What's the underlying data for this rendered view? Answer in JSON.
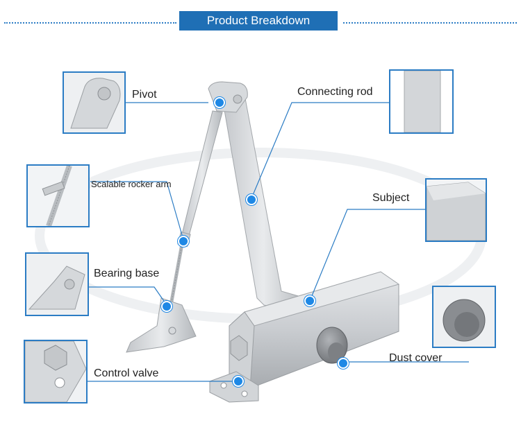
{
  "header": {
    "title": "Product Breakdown"
  },
  "labels": {
    "pivot": "Pivot",
    "connecting_rod": "Connecting rod",
    "scalable_rocker_arm": "Scalable rocker arm",
    "subject": "Subject",
    "bearing_base": "Bearing base",
    "dust_cover": "Dust cover",
    "control_valve": "Control valve"
  },
  "colors": {
    "accent": "#1f6fb5",
    "marker": "#1e88e5",
    "metal_light": "#d9dcdf",
    "metal_mid": "#b9bdc1",
    "metal_dark": "#8f9397",
    "cap": "#8c8f93"
  }
}
